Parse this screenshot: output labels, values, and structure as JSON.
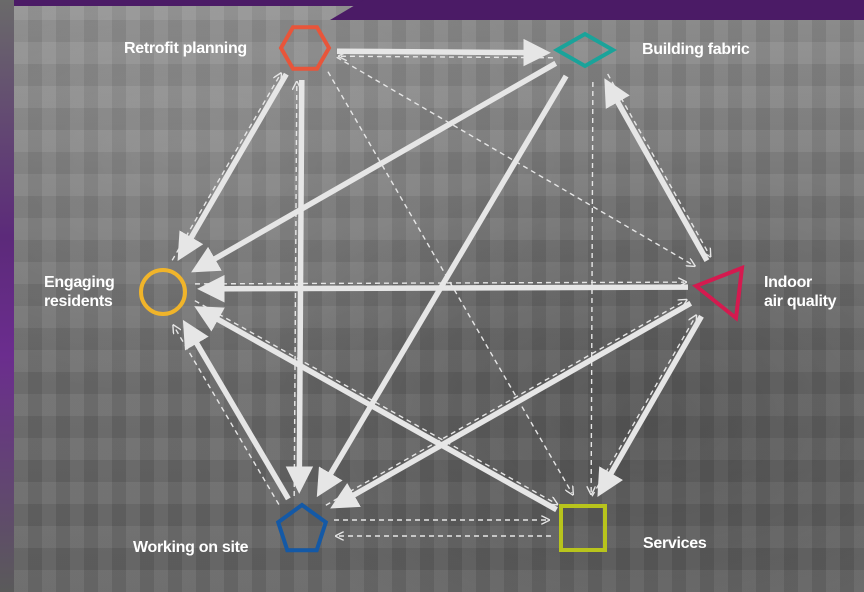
{
  "nodes": [
    {
      "id": "retrofit",
      "label": "Retrofit planning",
      "shape": "hexagon",
      "color": "#e8553a"
    },
    {
      "id": "fabric",
      "label": "Building fabric",
      "shape": "diamond",
      "color": "#1aa39a"
    },
    {
      "id": "air",
      "label": "Indoor\nair quality",
      "shape": "triangle",
      "color": "#d41a4f"
    },
    {
      "id": "services",
      "label": "Services",
      "shape": "square",
      "color": "#b8c41c"
    },
    {
      "id": "site",
      "label": "Working on site",
      "shape": "pentagon",
      "color": "#1459a6"
    },
    {
      "id": "residents",
      "label": "Engaging\nresidents",
      "shape": "circle",
      "color": "#f0b42a"
    }
  ],
  "solid_arrows": [
    [
      "retrofit",
      "fabric"
    ],
    [
      "retrofit",
      "residents"
    ],
    [
      "retrofit",
      "site"
    ],
    [
      "fabric",
      "residents"
    ],
    [
      "fabric",
      "site"
    ],
    [
      "air",
      "fabric"
    ],
    [
      "air",
      "residents"
    ],
    [
      "air",
      "site"
    ],
    [
      "air",
      "services"
    ],
    [
      "services",
      "residents"
    ],
    [
      "site",
      "residents"
    ]
  ],
  "dashed_arrows": [
    [
      "fabric",
      "retrofit"
    ],
    [
      "retrofit",
      "air"
    ],
    [
      "retrofit",
      "services"
    ],
    [
      "site",
      "retrofit"
    ],
    [
      "residents",
      "retrofit"
    ],
    [
      "fabric",
      "air"
    ],
    [
      "fabric",
      "services"
    ],
    [
      "residents",
      "air"
    ],
    [
      "residents",
      "services"
    ],
    [
      "services",
      "air"
    ],
    [
      "site",
      "air"
    ],
    [
      "site",
      "services"
    ],
    [
      "services",
      "site"
    ],
    [
      "site",
      "residents"
    ]
  ],
  "colors": {
    "arrow": "#e6e6e6",
    "background_purple": "#4b1b66"
  }
}
